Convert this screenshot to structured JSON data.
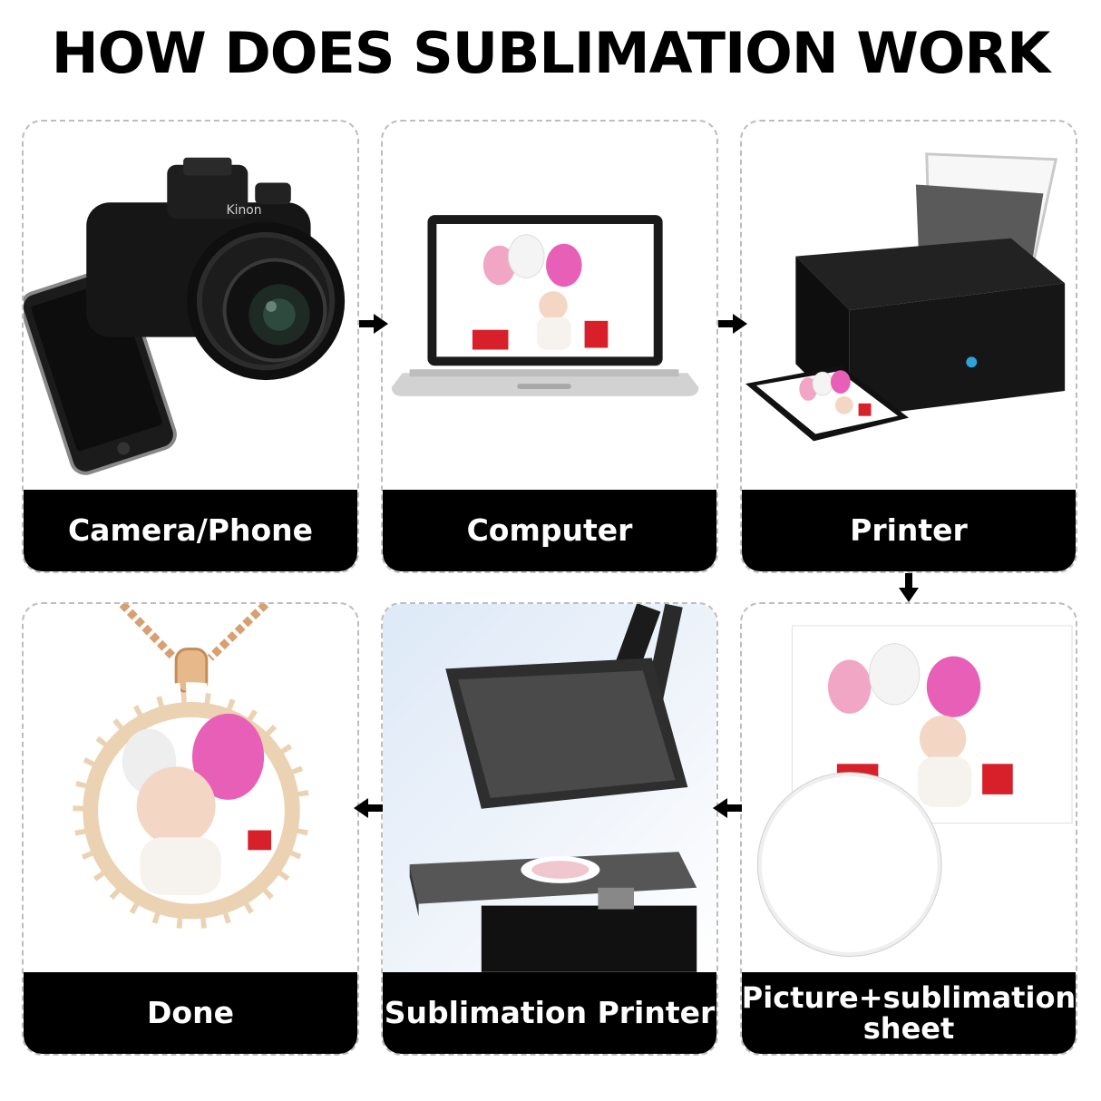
{
  "title": "HOW DOES SUBLIMATION WORK",
  "steps": [
    {
      "label": "Camera/Phone",
      "icon": "camera-phone-icon"
    },
    {
      "label": "Computer",
      "icon": "laptop-icon"
    },
    {
      "label": "Printer",
      "icon": "printer-icon"
    },
    {
      "label_line1": "Picture+sublimation",
      "label_line2": "sheet",
      "icon": "sublimation-sheet-icon"
    },
    {
      "label": "Sublimation Printer",
      "icon": "heat-press-icon"
    },
    {
      "label": "Done",
      "icon": "pendant-necklace-icon"
    }
  ],
  "camera_brand": "Kinon"
}
